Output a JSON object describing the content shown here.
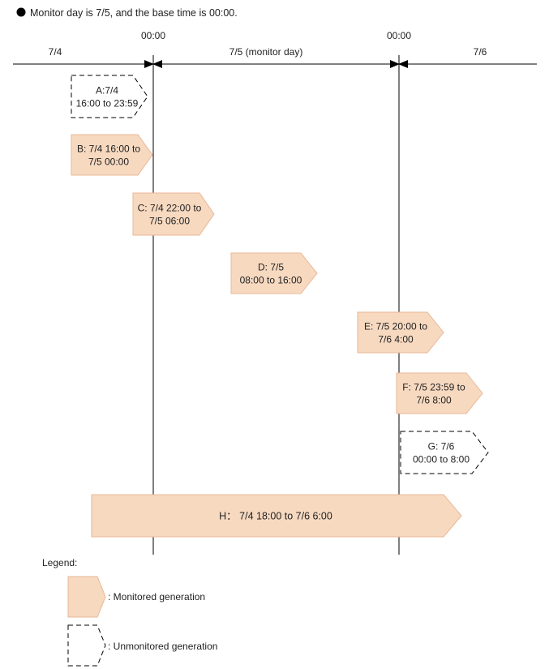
{
  "header": {
    "bullet_text": "Monitor day is 7/5, and the base time is 00:00."
  },
  "timeline": {
    "midnight_labels": [
      "00:00",
      "00:00"
    ],
    "day_labels": [
      "7/4",
      "7/5 (monitor day)",
      "7/6"
    ]
  },
  "bars": [
    {
      "id": "A",
      "lines": [
        "A:7/4",
        "16:00 to 23:59"
      ],
      "monitored": false
    },
    {
      "id": "B",
      "lines": [
        "B: 7/4 16:00 to",
        "7/5 00:00"
      ],
      "monitored": true
    },
    {
      "id": "C",
      "lines": [
        "C: 7/4 22:00 to",
        "7/5 06:00"
      ],
      "monitored": true
    },
    {
      "id": "D",
      "lines": [
        "D: 7/5",
        "08:00 to 16:00"
      ],
      "monitored": true
    },
    {
      "id": "E",
      "lines": [
        "E: 7/5 20:00 to",
        "7/6 4:00"
      ],
      "monitored": true
    },
    {
      "id": "F",
      "lines": [
        "F: 7/5 23:59 to",
        "7/6 8:00"
      ],
      "monitored": true
    },
    {
      "id": "G",
      "lines": [
        "G: 7/6",
        "00:00 to 8:00"
      ],
      "monitored": false
    },
    {
      "id": "H",
      "lines": [
        "H： 7/4 18:00 to 7/6 6:00"
      ],
      "monitored": true
    }
  ],
  "legend": {
    "title": "Legend:",
    "monitored_label": ": Monitored generation",
    "unmonitored_label": ": Unmonitored generation"
  },
  "colors": {
    "monitored_fill": "#f7d9c0",
    "monitored_stroke": "#e8b898",
    "line": "#000000"
  }
}
